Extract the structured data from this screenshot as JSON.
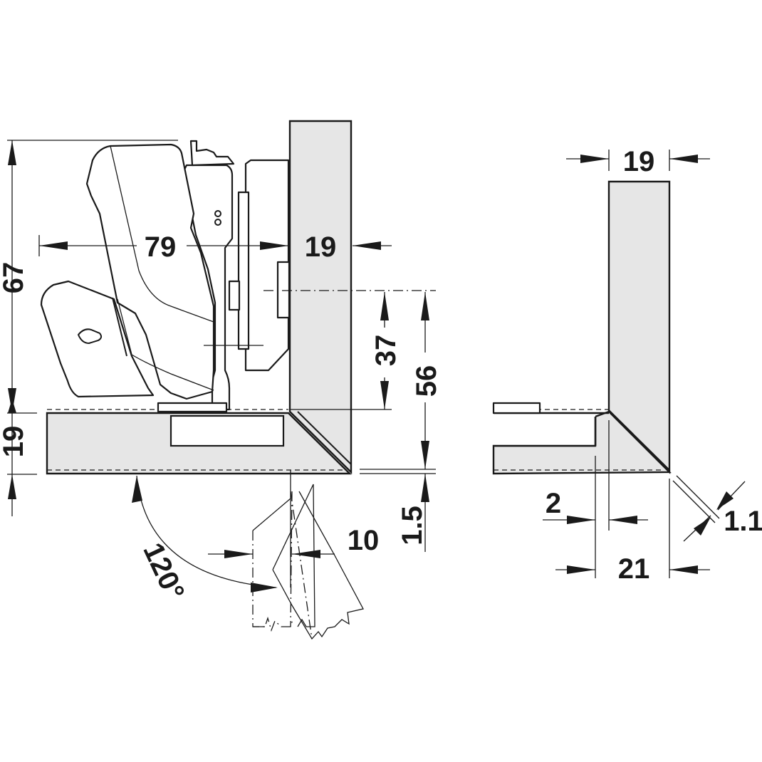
{
  "labels": {
    "overall_height": "67",
    "reach_depth": "79",
    "side_panel_thickness": "19",
    "door_thickness": "19",
    "cup_center_height": "37",
    "total_height": "56",
    "offset_bottom": "1.5",
    "open_angle": "120°",
    "swing_offset": "10",
    "side_panel_thickness_right": "19",
    "gap": "2",
    "overlay": "21",
    "chamfer_gap": "1.1"
  }
}
